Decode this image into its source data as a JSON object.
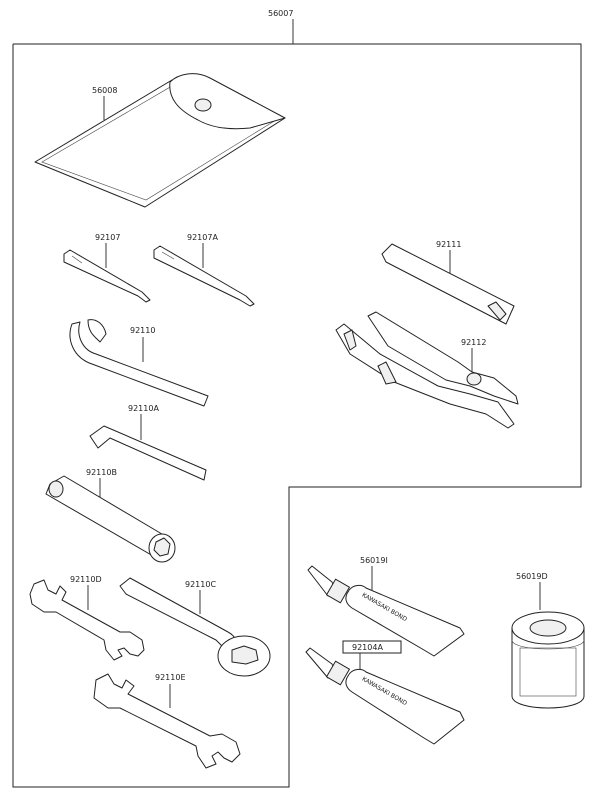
{
  "labels": {
    "kit": "56007",
    "case": "56008",
    "screwdriver_a": "92107",
    "screwdriver_b": "92107A",
    "wrench_hook": "92110",
    "hex_key": "92110A",
    "box_wrench": "92110B",
    "wrench_d": "92110D",
    "wrench_c": "92110C",
    "wrench_e": "92110E",
    "handle": "92111",
    "pliers": "92112",
    "bond_tube": "56019I",
    "label_tag": "92104A",
    "filter_can": "56019D",
    "tube_text": "KAWASAKI BOND"
  }
}
